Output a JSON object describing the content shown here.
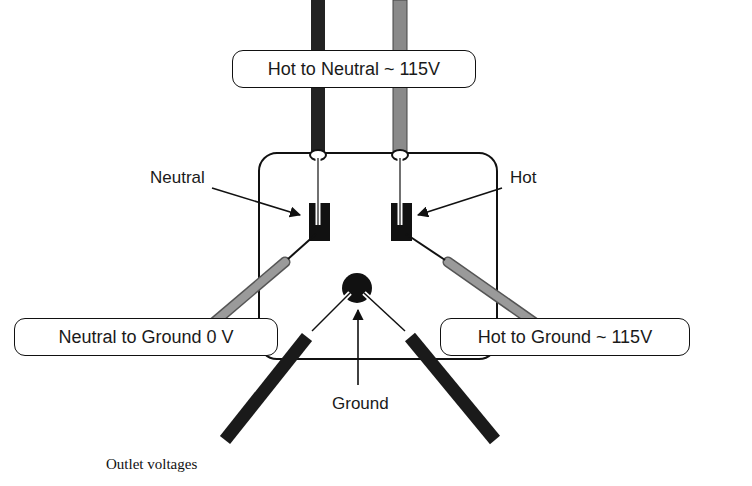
{
  "diagram": {
    "caption": "Outlet voltages",
    "nodes": [
      {
        "text": [
          "Hot to Neutral ~ 115V"
        ]
      },
      {
        "text": [
          "Neutral to Ground 0 V"
        ]
      },
      {
        "text": [
          "Hot to Ground ~ 115V"
        ]
      }
    ],
    "labels": [
      "Neutral",
      "Hot",
      "Ground"
    ]
  }
}
